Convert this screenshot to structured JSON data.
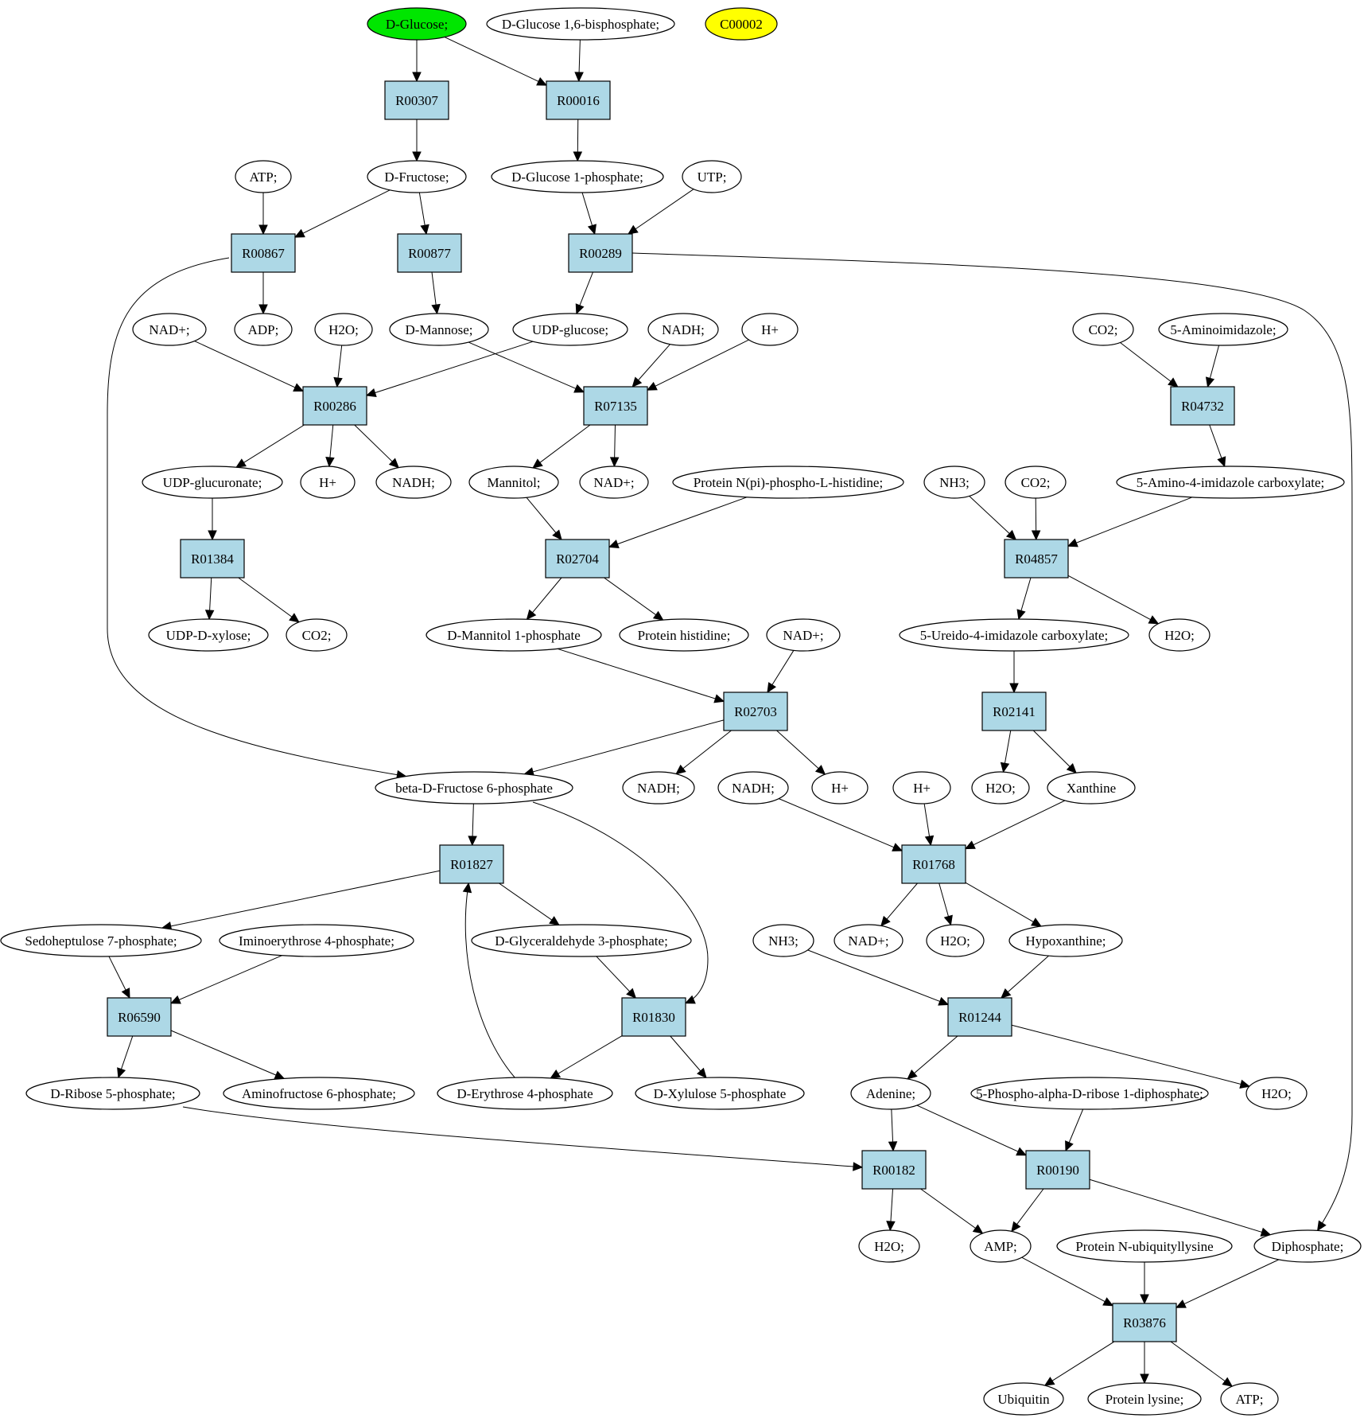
{
  "colors": {
    "reaction_fill": "#add8e6",
    "compound_fill": "#ffffff",
    "highlight_start": "#00e600",
    "highlight_other": "#ffff00",
    "stroke": "#000000"
  },
  "nodes": {
    "n_dglucose": {
      "label": "D-Glucose;",
      "kind": "compound",
      "fill": "#00e600"
    },
    "n_dg16bp": {
      "label": "D-Glucose 1,6-bisphosphate;",
      "kind": "compound"
    },
    "n_c00002": {
      "label": "C00002",
      "kind": "compound",
      "fill": "#ffff00"
    },
    "r_R00307": {
      "label": "R00307",
      "kind": "reaction"
    },
    "r_R00016": {
      "label": "R00016",
      "kind": "reaction"
    },
    "n_atp1": {
      "label": "ATP;",
      "kind": "compound"
    },
    "n_dfructose": {
      "label": "D-Fructose;",
      "kind": "compound"
    },
    "n_dg1p": {
      "label": "D-Glucose 1-phosphate;",
      "kind": "compound"
    },
    "n_utp": {
      "label": "UTP;",
      "kind": "compound"
    },
    "r_R00867": {
      "label": "R00867",
      "kind": "reaction"
    },
    "r_R00877": {
      "label": "R00877",
      "kind": "reaction"
    },
    "r_R00289": {
      "label": "R00289",
      "kind": "reaction"
    },
    "n_nadp1": {
      "label": "NAD+;",
      "kind": "compound"
    },
    "n_adp": {
      "label": "ADP;",
      "kind": "compound"
    },
    "n_h2o1": {
      "label": "H2O;",
      "kind": "compound"
    },
    "n_dmannose": {
      "label": "D-Mannose;",
      "kind": "compound"
    },
    "n_udpglucose": {
      "label": "UDP-glucose;",
      "kind": "compound"
    },
    "n_nadh1": {
      "label": "NADH;",
      "kind": "compound"
    },
    "n_hp1": {
      "label": "H+",
      "kind": "compound"
    },
    "n_co2a": {
      "label": "CO2;",
      "kind": "compound"
    },
    "n_5ai": {
      "label": "5-Aminoimidazole;",
      "kind": "compound"
    },
    "r_R00286": {
      "label": "R00286",
      "kind": "reaction"
    },
    "r_R07135": {
      "label": "R07135",
      "kind": "reaction"
    },
    "r_R04732": {
      "label": "R04732",
      "kind": "reaction"
    },
    "n_udpglucuronate": {
      "label": "UDP-glucuronate;",
      "kind": "compound"
    },
    "n_hp2": {
      "label": "H+",
      "kind": "compound"
    },
    "n_nadh2": {
      "label": "NADH;",
      "kind": "compound"
    },
    "n_mannitol": {
      "label": "Mannitol;",
      "kind": "compound"
    },
    "n_nadp2": {
      "label": "NAD+;",
      "kind": "compound"
    },
    "n_protnpi": {
      "label": "Protein N(pi)-phospho-L-histidine;",
      "kind": "compound"
    },
    "n_nh3a": {
      "label": "NH3;",
      "kind": "compound"
    },
    "n_co2b": {
      "label": "CO2;",
      "kind": "compound"
    },
    "n_5a4ic": {
      "label": "5-Amino-4-imidazole carboxylate;",
      "kind": "compound"
    },
    "r_R01384": {
      "label": "R01384",
      "kind": "reaction"
    },
    "r_R02704": {
      "label": "R02704",
      "kind": "reaction"
    },
    "r_R04857": {
      "label": "R04857",
      "kind": "reaction"
    },
    "n_udpxylose": {
      "label": "UDP-D-xylose;",
      "kind": "compound"
    },
    "n_co2c": {
      "label": "CO2;",
      "kind": "compound"
    },
    "n_dm1p": {
      "label": "D-Mannitol 1-phosphate",
      "kind": "compound"
    },
    "n_prothis": {
      "label": "Protein histidine;",
      "kind": "compound"
    },
    "n_nadp3": {
      "label": "NAD+;",
      "kind": "compound"
    },
    "n_5u4ic": {
      "label": "5-Ureido-4-imidazole carboxylate;",
      "kind": "compound"
    },
    "n_h2o2": {
      "label": "H2O;",
      "kind": "compound"
    },
    "r_R02703": {
      "label": "R02703",
      "kind": "reaction"
    },
    "r_R02141": {
      "label": "R02141",
      "kind": "reaction"
    },
    "n_bdf6p": {
      "label": "beta-D-Fructose 6-phosphate",
      "kind": "compound"
    },
    "n_nadh3": {
      "label": "NADH;",
      "kind": "compound"
    },
    "n_nadh4": {
      "label": "NADH;",
      "kind": "compound"
    },
    "n_hp3": {
      "label": "H+",
      "kind": "compound"
    },
    "n_hp4": {
      "label": "H+",
      "kind": "compound"
    },
    "n_h2o3": {
      "label": "H2O;",
      "kind": "compound"
    },
    "n_xanthine": {
      "label": "Xanthine",
      "kind": "compound"
    },
    "r_R01827": {
      "label": "R01827",
      "kind": "reaction"
    },
    "r_R01768": {
      "label": "R01768",
      "kind": "reaction"
    },
    "n_s7p": {
      "label": "Sedoheptulose 7-phosphate;",
      "kind": "compound"
    },
    "n_ie4p": {
      "label": "Iminoerythrose 4-phosphate;",
      "kind": "compound"
    },
    "n_dg3p": {
      "label": "D-Glyceraldehyde 3-phosphate;",
      "kind": "compound"
    },
    "n_nh3b": {
      "label": "NH3;",
      "kind": "compound"
    },
    "n_nadp4": {
      "label": "NAD+;",
      "kind": "compound"
    },
    "n_h2o4": {
      "label": "H2O;",
      "kind": "compound"
    },
    "n_hypox": {
      "label": "Hypoxanthine;",
      "kind": "compound"
    },
    "r_R06590": {
      "label": "R06590",
      "kind": "reaction"
    },
    "r_R01830": {
      "label": "R01830",
      "kind": "reaction"
    },
    "r_R01244": {
      "label": "R01244",
      "kind": "reaction"
    },
    "n_dr5p": {
      "label": "D-Ribose 5-phosphate;",
      "kind": "compound"
    },
    "n_af6p": {
      "label": "Aminofructose 6-phosphate;",
      "kind": "compound"
    },
    "n_de4p": {
      "label": "D-Erythrose 4-phosphate",
      "kind": "compound"
    },
    "n_dx5p": {
      "label": "D-Xylulose 5-phosphate",
      "kind": "compound"
    },
    "n_adenine": {
      "label": "Adenine;",
      "kind": "compound"
    },
    "n_prpp": {
      "label": "5-Phospho-alpha-D-ribose 1-diphosphate;",
      "kind": "compound"
    },
    "n_h2o5": {
      "label": "H2O;",
      "kind": "compound"
    },
    "r_R00182": {
      "label": "R00182",
      "kind": "reaction"
    },
    "r_R00190": {
      "label": "R00190",
      "kind": "reaction"
    },
    "n_h2o6": {
      "label": "H2O;",
      "kind": "compound"
    },
    "n_amp": {
      "label": "AMP;",
      "kind": "compound"
    },
    "n_protnub": {
      "label": "Protein N-ubiquityllysine",
      "kind": "compound"
    },
    "n_diphos": {
      "label": "Diphosphate;",
      "kind": "compound"
    },
    "r_R03876": {
      "label": "R03876",
      "kind": "reaction"
    },
    "n_ubiquitin": {
      "label": "Ubiquitin",
      "kind": "compound"
    },
    "n_protlys": {
      "label": "Protein lysine;",
      "kind": "compound"
    },
    "n_atp2": {
      "label": "ATP;",
      "kind": "compound"
    }
  },
  "edges": [
    [
      "n_dglucose",
      "r_R00307"
    ],
    [
      "n_dglucose",
      "r_R00016"
    ],
    [
      "n_dg16bp",
      "r_R00016"
    ],
    [
      "r_R00307",
      "n_dfructose"
    ],
    [
      "r_R00016",
      "n_dg1p"
    ],
    [
      "n_atp1",
      "r_R00867"
    ],
    [
      "n_dfructose",
      "r_R00867"
    ],
    [
      "n_dfructose",
      "r_R00877"
    ],
    [
      "n_dg1p",
      "r_R00289"
    ],
    [
      "n_utp",
      "r_R00289"
    ],
    [
      "r_R00867",
      "n_adp"
    ],
    [
      "r_R00877",
      "n_dmannose"
    ],
    [
      "r_R00289",
      "n_udpglucose"
    ],
    [
      "r_R00867",
      "n_bdf6p"
    ],
    [
      "r_R00289",
      "n_diphos"
    ],
    [
      "n_nadp1",
      "r_R00286"
    ],
    [
      "n_h2o1",
      "r_R00286"
    ],
    [
      "n_udpglucose",
      "r_R00286"
    ],
    [
      "n_dmannose",
      "r_R07135"
    ],
    [
      "n_nadh1",
      "r_R07135"
    ],
    [
      "n_hp1",
      "r_R07135"
    ],
    [
      "n_co2a",
      "r_R04732"
    ],
    [
      "n_5ai",
      "r_R04732"
    ],
    [
      "r_R00286",
      "n_udpglucuronate"
    ],
    [
      "r_R00286",
      "n_hp2"
    ],
    [
      "r_R00286",
      "n_nadh2"
    ],
    [
      "r_R07135",
      "n_mannitol"
    ],
    [
      "r_R07135",
      "n_nadp2"
    ],
    [
      "r_R04732",
      "n_5a4ic"
    ],
    [
      "n_udpglucuronate",
      "r_R01384"
    ],
    [
      "n_mannitol",
      "r_R02704"
    ],
    [
      "n_protnpi",
      "r_R02704"
    ],
    [
      "n_nh3a",
      "r_R04857"
    ],
    [
      "n_co2b",
      "r_R04857"
    ],
    [
      "n_5a4ic",
      "r_R04857"
    ],
    [
      "r_R01384",
      "n_udpxylose"
    ],
    [
      "r_R01384",
      "n_co2c"
    ],
    [
      "r_R02704",
      "n_dm1p"
    ],
    [
      "r_R02704",
      "n_prothis"
    ],
    [
      "r_R04857",
      "n_5u4ic"
    ],
    [
      "r_R04857",
      "n_h2o2"
    ],
    [
      "n_dm1p",
      "r_R02703"
    ],
    [
      "n_nadp3",
      "r_R02703"
    ],
    [
      "n_5u4ic",
      "r_R02141"
    ],
    [
      "r_R02703",
      "n_bdf6p"
    ],
    [
      "r_R02703",
      "n_nadh3"
    ],
    [
      "r_R02703",
      "n_hp3"
    ],
    [
      "r_R02141",
      "n_h2o3"
    ],
    [
      "r_R02141",
      "n_xanthine"
    ],
    [
      "n_bdf6p",
      "r_R01827"
    ],
    [
      "n_bdf6p",
      "r_R01830"
    ],
    [
      "n_nadh4",
      "r_R01768"
    ],
    [
      "n_hp4",
      "r_R01768"
    ],
    [
      "n_xanthine",
      "r_R01768"
    ],
    [
      "r_R01827",
      "n_s7p"
    ],
    [
      "r_R01827",
      "n_dg3p"
    ],
    [
      "r_R01768",
      "n_nadp4"
    ],
    [
      "r_R01768",
      "n_h2o4"
    ],
    [
      "r_R01768",
      "n_hypox"
    ],
    [
      "n_s7p",
      "r_R06590"
    ],
    [
      "n_ie4p",
      "r_R06590"
    ],
    [
      "n_dg3p",
      "r_R01830"
    ],
    [
      "n_nh3b",
      "r_R01244"
    ],
    [
      "n_hypox",
      "r_R01244"
    ],
    [
      "r_R06590",
      "n_dr5p"
    ],
    [
      "r_R06590",
      "n_af6p"
    ],
    [
      "r_R01830",
      "n_de4p"
    ],
    [
      "r_R01830",
      "n_dx5p"
    ],
    [
      "n_de4p",
      "r_R01827"
    ],
    [
      "r_R01244",
      "n_adenine"
    ],
    [
      "r_R01244",
      "n_h2o5"
    ],
    [
      "n_dr5p",
      "r_R00182"
    ],
    [
      "n_adenine",
      "r_R00182"
    ],
    [
      "n_adenine",
      "r_R00190"
    ],
    [
      "n_prpp",
      "r_R00190"
    ],
    [
      "r_R00182",
      "n_h2o6"
    ],
    [
      "r_R00182",
      "n_amp"
    ],
    [
      "r_R00190",
      "n_amp"
    ],
    [
      "r_R00190",
      "n_diphos"
    ],
    [
      "n_amp",
      "r_R03876"
    ],
    [
      "n_protnub",
      "r_R03876"
    ],
    [
      "n_diphos",
      "r_R03876"
    ],
    [
      "r_R03876",
      "n_ubiquitin"
    ],
    [
      "r_R03876",
      "n_protlys"
    ],
    [
      "r_R03876",
      "n_atp2"
    ]
  ]
}
